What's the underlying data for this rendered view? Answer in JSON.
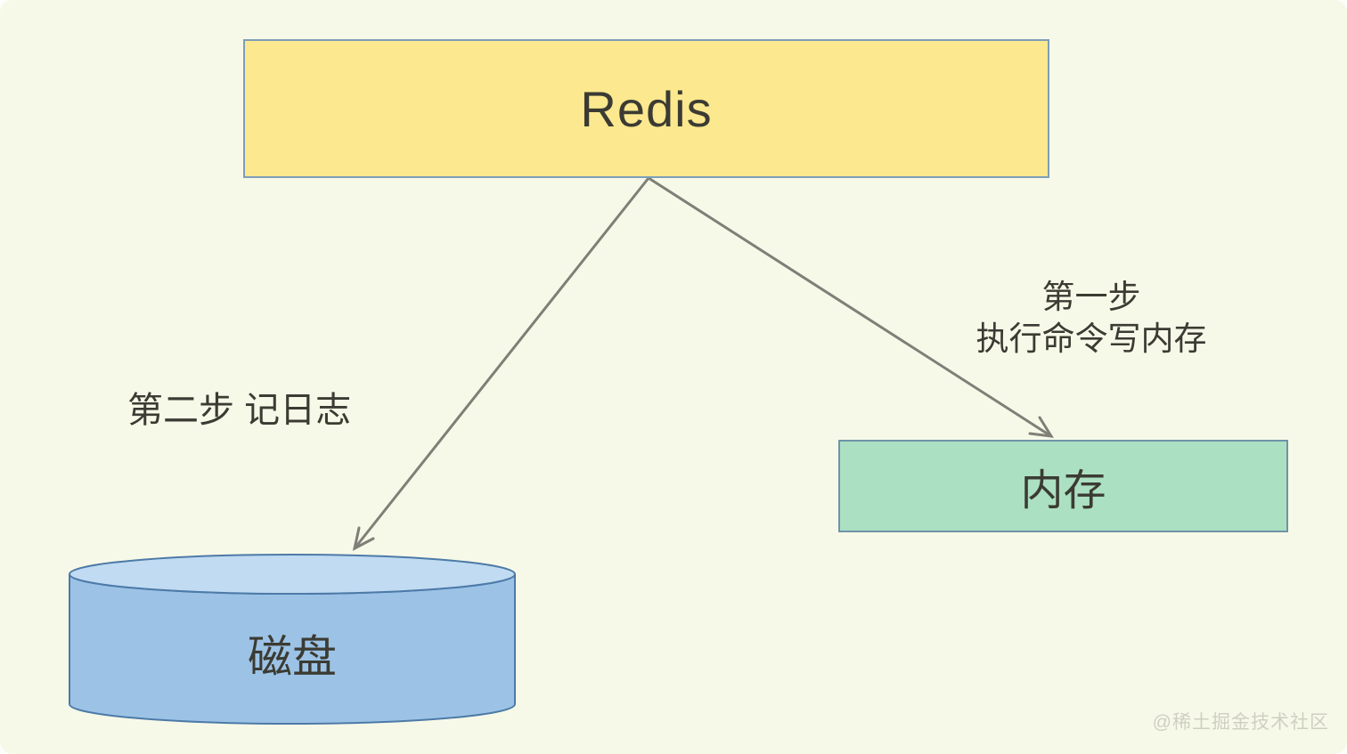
{
  "canvas": {
    "background": "#f7f9e8"
  },
  "nodes": {
    "redis": {
      "label": "Redis",
      "fill": "#fce88e",
      "border": "#7d9eb8",
      "text_color": "#3b3b33"
    },
    "memory": {
      "label": "内存",
      "fill": "#ace0c2",
      "border": "#6f94a8",
      "text_color": "#3b3b33"
    },
    "disk": {
      "label": "磁盘",
      "body_fill": "#9cc3e6",
      "top_fill": "#c0dbf2",
      "border": "#4d7aa8",
      "text_color": "#3b3b33"
    }
  },
  "edges": {
    "color": "#7f7f77",
    "step1": {
      "label_line1": "第一步",
      "label_line2": "执行命令写内存"
    },
    "step2": {
      "label": "第二步 记日志"
    }
  },
  "watermark": {
    "text": "@稀土掘金技术社区",
    "color": "#cfcfc1"
  }
}
